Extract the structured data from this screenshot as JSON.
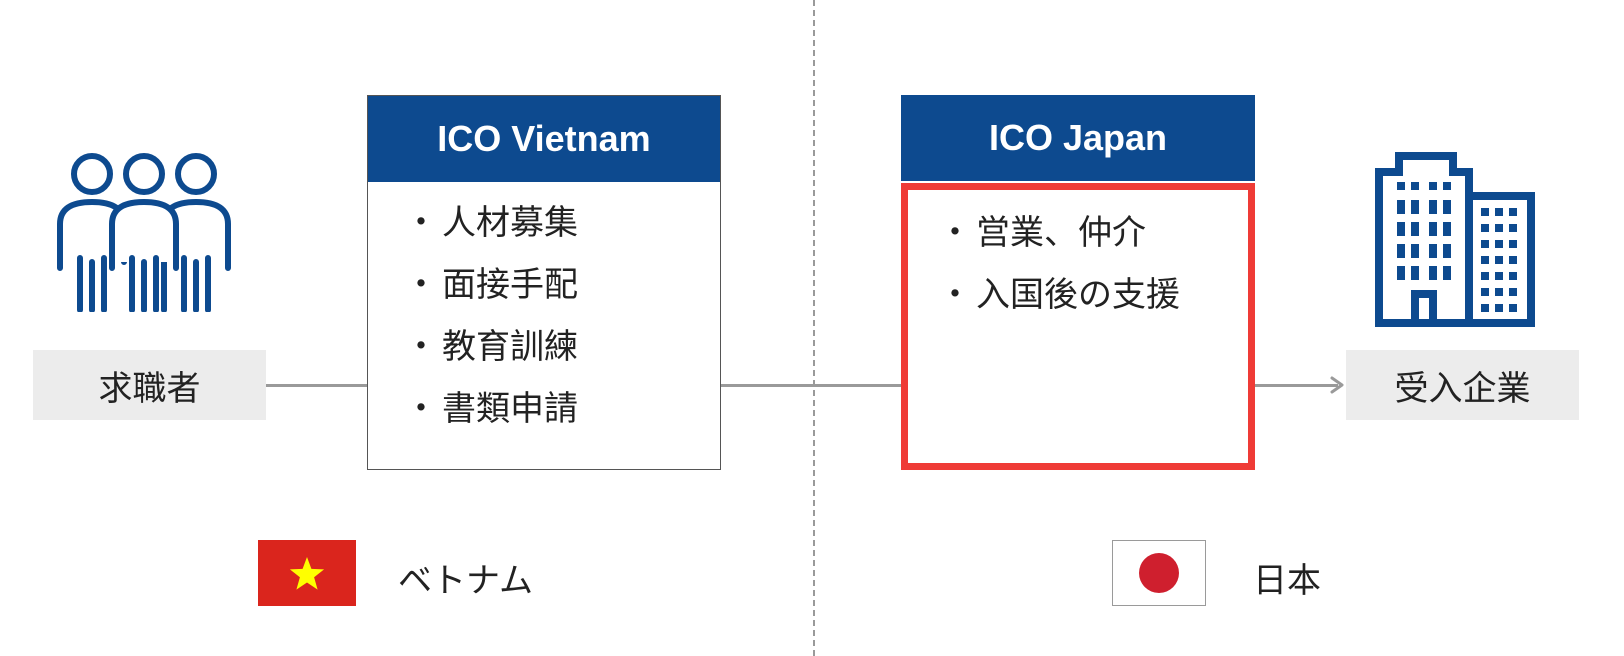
{
  "actors": {
    "job_seeker": "求職者",
    "company": "受入企業"
  },
  "ico_vietnam": {
    "title": "ICO Vietnam",
    "items": [
      "人材募集",
      "面接手配",
      "教育訓練",
      "書類申請"
    ]
  },
  "ico_japan": {
    "title": "ICO Japan",
    "items": [
      "営業、仲介",
      "入国後の支援"
    ]
  },
  "countries": {
    "vietnam": "ベトナム",
    "japan": "日本"
  },
  "icons": {
    "people": "people-group-icon",
    "building": "office-building-icon",
    "vietnam_flag": "vietnam-flag-icon",
    "japan_flag": "japan-flag-icon"
  },
  "colors": {
    "brand_blue": "#0d4a8f",
    "highlight_red": "#ef3b36",
    "connector_gray": "#9a9a9a",
    "label_bg": "#ececec",
    "vn_red": "#da251d",
    "vn_star": "#ffff00",
    "jp_red": "#cf1f2e"
  }
}
